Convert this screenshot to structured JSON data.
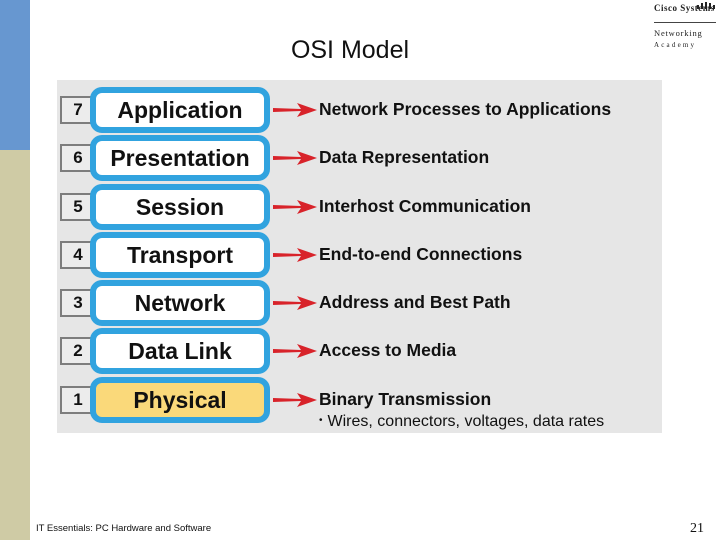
{
  "slide": {
    "title": "OSI Model",
    "footer": "IT Essentials: PC Hardware and Software",
    "page_number": "21"
  },
  "logo": {
    "line1": "Cisco Systems",
    "line2": "Networking",
    "line3": "Academy"
  },
  "colors": {
    "box_border": "#31a3df",
    "physical_fill": "#fad97a",
    "arrow": "#d8232a",
    "side_band": "#cfcba5",
    "side_band_top": "#6797d0",
    "diagram_bg": "#e6e6e6"
  },
  "layers": [
    {
      "number": "7",
      "name": "Application",
      "description": "Network Processes to Applications"
    },
    {
      "number": "6",
      "name": "Presentation",
      "description": "Data Representation"
    },
    {
      "number": "5",
      "name": "Session",
      "description": "Interhost Communication"
    },
    {
      "number": "4",
      "name": "Transport",
      "description": "End-to-end Connections"
    },
    {
      "number": "3",
      "name": "Network",
      "description": "Address and Best Path"
    },
    {
      "number": "2",
      "name": "Data Link",
      "description": "Access to Media"
    },
    {
      "number": "1",
      "name": "Physical",
      "description": "Binary Transmission"
    }
  ],
  "physical_note": {
    "bullet": "•",
    "text": "Wires, connectors, voltages, data rates"
  }
}
